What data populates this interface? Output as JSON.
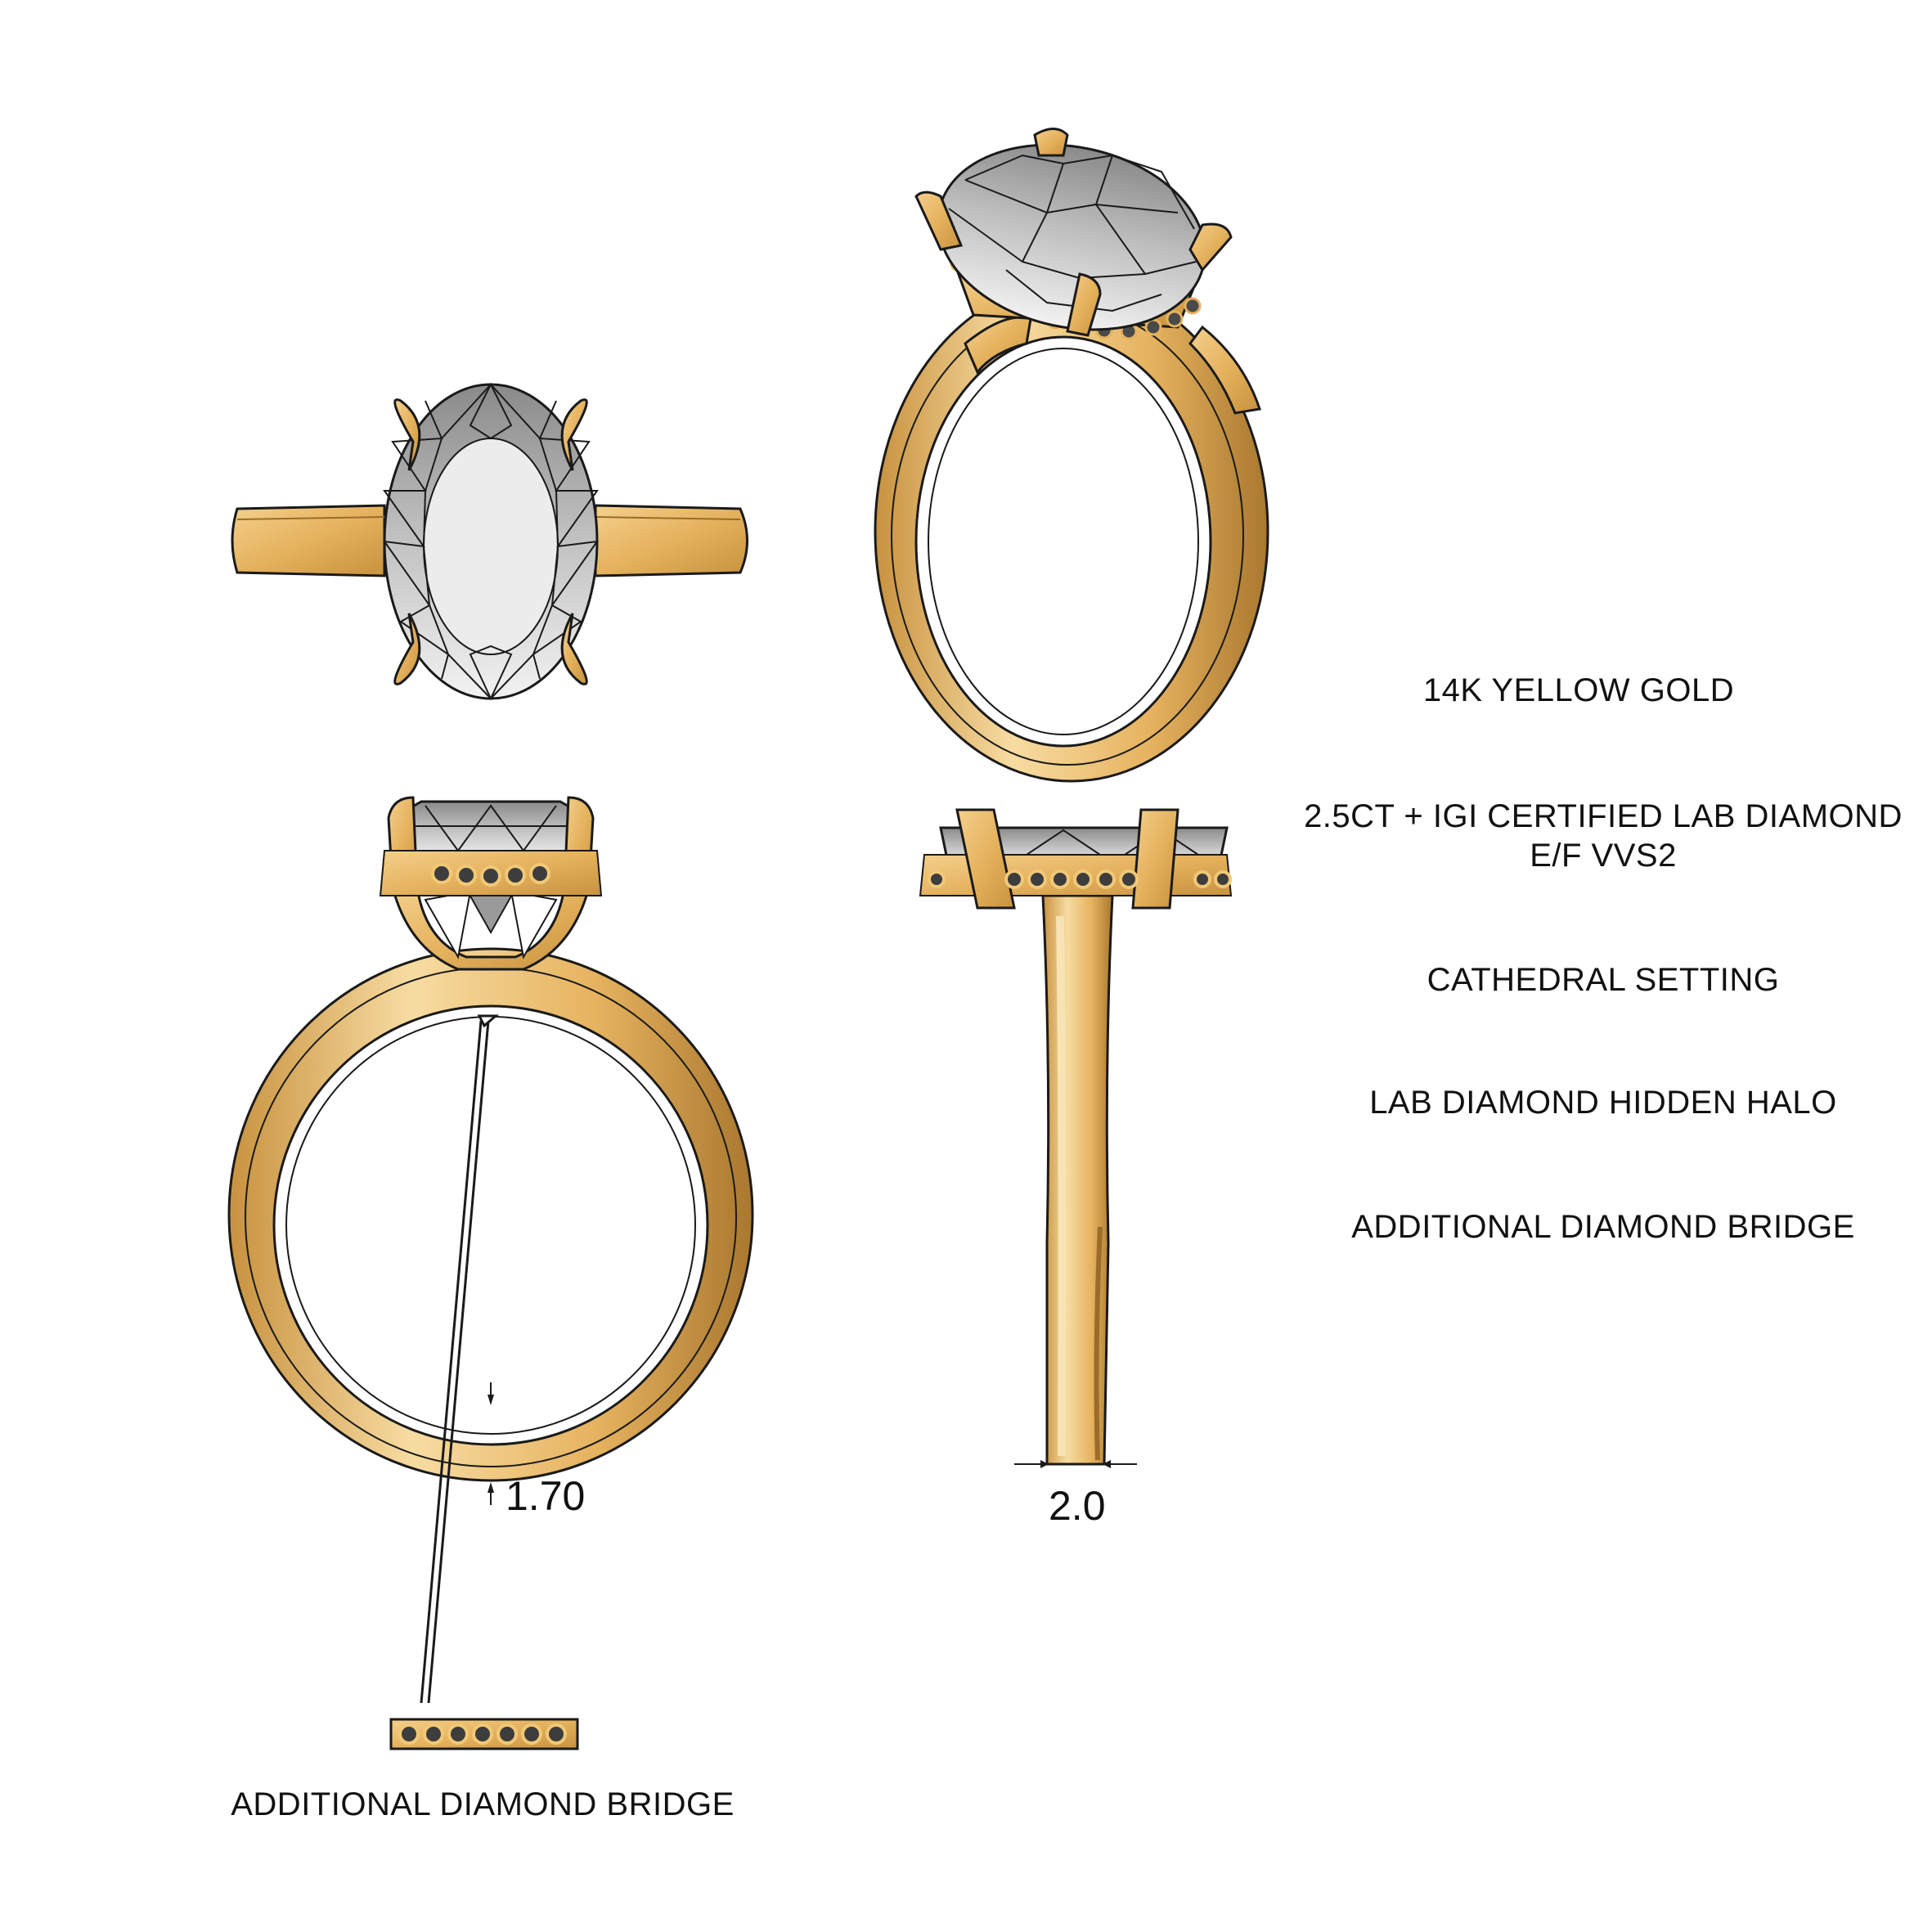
{
  "colors": {
    "gold": "#e9b967",
    "gold_dark": "#b8873e",
    "gold_light": "#f6dba0",
    "diamond_dark": "#8e8e8e",
    "diamond_light": "#eeeeee",
    "line": "#1a1a1a"
  },
  "specs": {
    "metal": "14K YELLOW GOLD",
    "stone_line1": "2.5CT +  IGI CERTIFIED LAB DIAMOND",
    "stone_line2": "E/F VVS2",
    "setting": "CATHEDRAL SETTING",
    "halo": "LAB DIAMOND HIDDEN HALO",
    "bridge": "ADDITIONAL DIAMOND BRIDGE"
  },
  "dimensions": {
    "band_thickness": "1.70",
    "band_width": "2.0"
  },
  "callout": {
    "label": "ADDITIONAL DIAMOND BRIDGE"
  }
}
